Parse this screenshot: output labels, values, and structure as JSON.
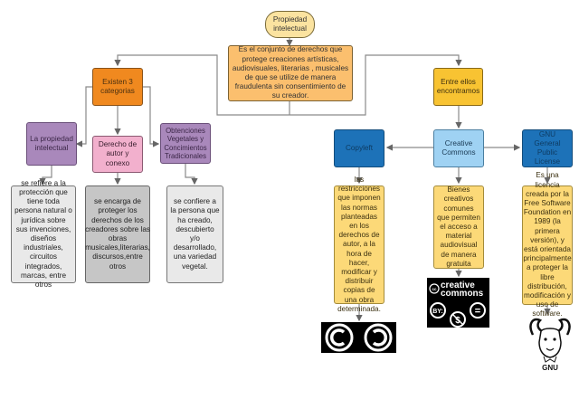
{
  "title": "Propiedad intelectual",
  "definition": "Es el conjunto de derechos que protege creaciones artísticas, audiovisuales, literarias , musicales de que se utilize de manera fraudulenta sin consentimiento de su creador.",
  "left_branch": {
    "header": "Existen 3 categorias",
    "categories": [
      {
        "label": "La propiedad intelectual",
        "description": "se refiere a la protección que tiene toda persona natural o jurídica sobre sus invenciones, diseños industriales, circuitos integrados, marcas, entre otros"
      },
      {
        "label": "Derecho de autor y conexo",
        "description": "se encarga de proteger los derechos de los creadores sobre las obras musicales,literarias, discursos,entre otros"
      },
      {
        "label": "Obtenciones Vegetales y Concimientos Tradicionales",
        "description": "se confiere a la persona que ha creado, descubierto y/o desarrollado, una variedad vegetal."
      }
    ]
  },
  "right_branch": {
    "header": "Entre ellos encontramos",
    "licenses": [
      {
        "label": "Copyleft",
        "description": "las restricciones que imponen las normas planteadas en los derechos de autor, a la hora  de hacer, modificar y distribuir copias de una obra determinada.",
        "logo": "copyleft-logo"
      },
      {
        "label": "Creative Commons",
        "description": "Bienes creativos comunes que permiten el acceso a material audiovisual de manera gratuita",
        "logo": "creative-commons-logo",
        "logo_text": [
          "creative",
          "commons"
        ],
        "logo_badges": [
          "BY:",
          "$",
          "="
        ]
      },
      {
        "label": "GNU General Public License",
        "description": "Es una licencia creada por la Free Software Foundation en 1989 (la primera versión),  y está orientada principalmente a  proteger la libre distribución, modificación y uso de software.",
        "logo": "gnu-logo",
        "logo_text": "GNU"
      }
    ]
  }
}
